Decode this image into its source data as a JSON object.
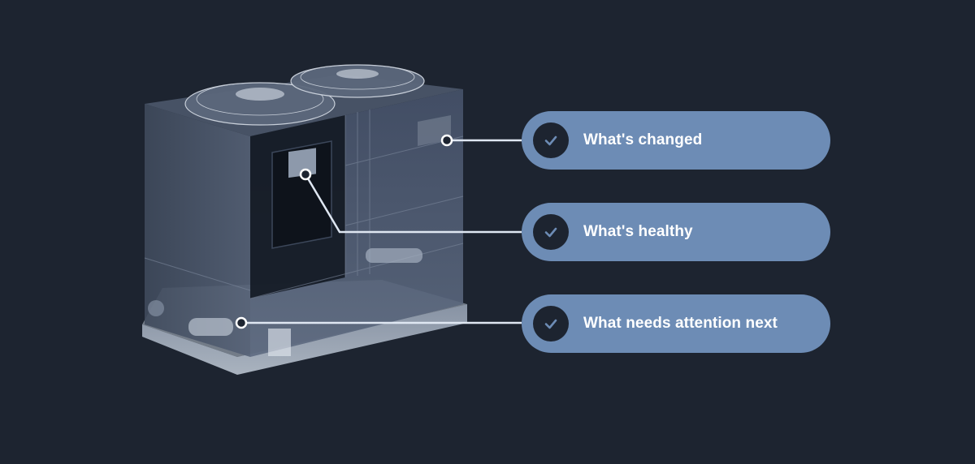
{
  "callouts": [
    {
      "label": "What's changed",
      "icon": "check-icon"
    },
    {
      "label": "What's healthy",
      "icon": "check-icon"
    },
    {
      "label": "What needs attention next",
      "icon": "check-icon"
    }
  ],
  "colors": {
    "background": "#1d2430",
    "pill": "#6d8cb5",
    "connector": "#dfe7f2",
    "unit_body": "#2a3344",
    "unit_panel": "#141a24"
  }
}
